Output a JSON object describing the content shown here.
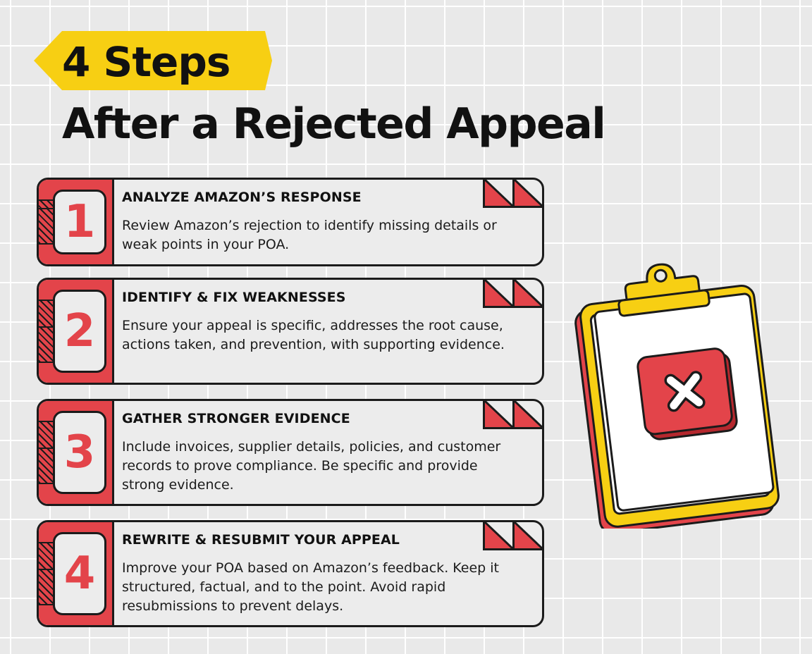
{
  "header": {
    "tag": "4 Steps",
    "title": "After a Rejected Appeal"
  },
  "steps": [
    {
      "number": "1",
      "heading": "ANALYZE AMAZON’S RESPONSE",
      "text": "Review Amazon’s rejection to identify missing details or weak points in your POA."
    },
    {
      "number": "2",
      "heading": "IDENTIFY & FIX WEAKNESSES",
      "text": "Ensure your appeal is specific, addresses the root cause, actions taken, and prevention, with supporting evidence."
    },
    {
      "number": "3",
      "heading": "GATHER STRONGER EVIDENCE",
      "text": "Include invoices, supplier details, policies, and customer records to prove compliance. Be specific and provide strong evidence."
    },
    {
      "number": "4",
      "heading": "REWRITE & RESUBMIT YOUR APPEAL",
      "text": "Improve your POA based on Amazon’s feedback. Keep it structured, factual, and to the point. Avoid rapid resubmissions to prevent delays."
    }
  ],
  "illustration": {
    "icon": "clipboard-rejected-icon",
    "mark": "x-mark-icon"
  },
  "colors": {
    "accent_red": "#e3444a",
    "accent_yellow": "#f7cf13",
    "ink": "#1b1b1b",
    "card_bg": "#ececec",
    "grid_bg": "#e9e9e9"
  }
}
